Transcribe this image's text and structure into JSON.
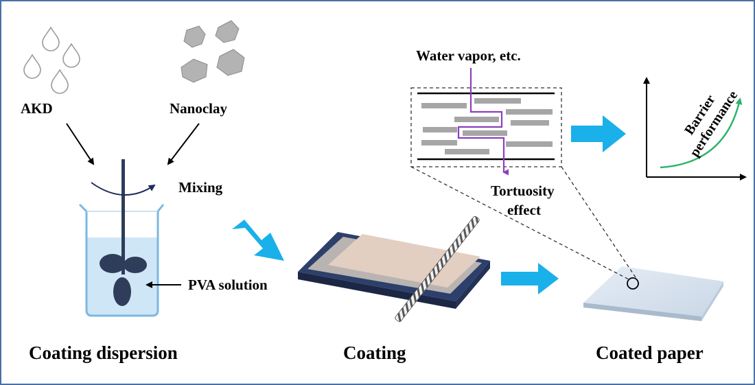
{
  "inputs": {
    "akd_label": "AKD",
    "nanoclay_label": "Nanoclay"
  },
  "process": {
    "mixing_label": "Mixing",
    "solution_label": "PVA solution"
  },
  "inset": {
    "permeant_label": "Water vapor, etc.",
    "effect_label_line1": "Tortuosity",
    "effect_label_line2": "effect"
  },
  "graph": {
    "ylabel_line1": "Barrier",
    "ylabel_line2": "performance"
  },
  "steps": {
    "dispersion": "Coating dispersion",
    "coating": "Coating",
    "coated_paper": "Coated paper"
  },
  "colors": {
    "arrow_blue": "#1ab0ea",
    "flow_path": "#8a3fc0",
    "curve_green": "#2db36b",
    "solution": "#cfe6f6",
    "plate": "#2d3f6b"
  }
}
